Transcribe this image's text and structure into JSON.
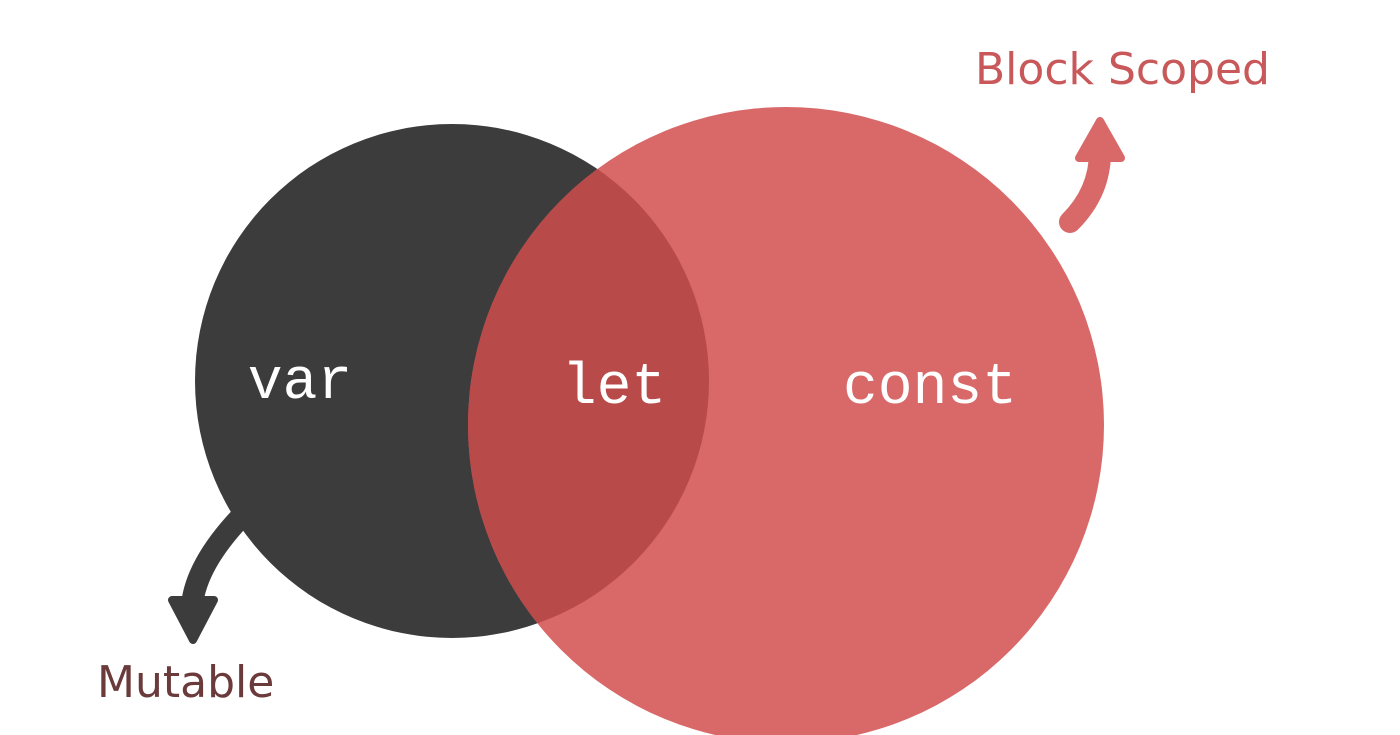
{
  "diagram": {
    "type": "venn",
    "colors": {
      "var_circle": "#3d3c3d",
      "const_circle": "#d96868",
      "overlap": "#b84a4a",
      "code_text": "#ffffff",
      "mutable_text": "#6b3a3a",
      "block_scoped_text": "#c8585a",
      "mutable_arrow": "#3d3c3d",
      "block_scoped_arrow": "#d96868"
    },
    "sets": [
      {
        "id": "var",
        "label": "var"
      },
      {
        "id": "const",
        "label": "const"
      }
    ],
    "intersection": {
      "label": "let"
    },
    "annotations": {
      "mutable": {
        "label": "Mutable",
        "points_from": "var",
        "arrow_icon": "curved-arrow-down-icon"
      },
      "block_scoped": {
        "label": "Block Scoped",
        "points_from": "const",
        "arrow_icon": "curved-arrow-up-icon"
      }
    }
  }
}
